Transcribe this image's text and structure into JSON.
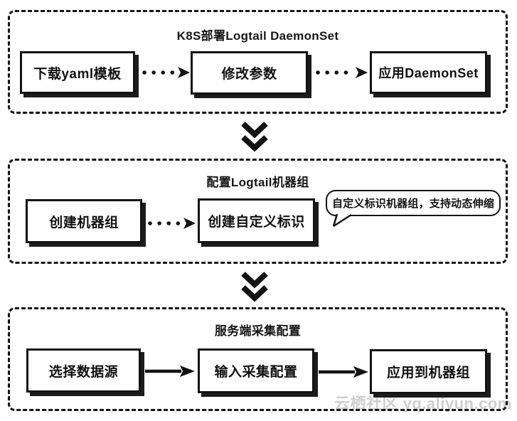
{
  "canvas": {
    "background": "#ffffff",
    "ink_color": "#131313",
    "watermark_color": "#cfcfcf"
  },
  "sections": [
    {
      "title": "K8S部署Logtail DaemonSet",
      "connector": "dotted",
      "steps": [
        "下载yaml模板",
        "修改参数",
        "应用DaemonSet"
      ]
    },
    {
      "title": "配置Logtail机器组",
      "connector": "dotted",
      "steps": [
        "创建机器组",
        "创建自定义标识"
      ],
      "callout": "自定义标识机器组，支持动态伸缩"
    },
    {
      "title": "服务端采集配置",
      "connector": "solid",
      "steps": [
        "选择数据源",
        "输入采集配置",
        "应用到机器组"
      ]
    }
  ],
  "between_section_connector": "double-chevron-down",
  "watermark": "云栖社区 yq.aliyun.com"
}
